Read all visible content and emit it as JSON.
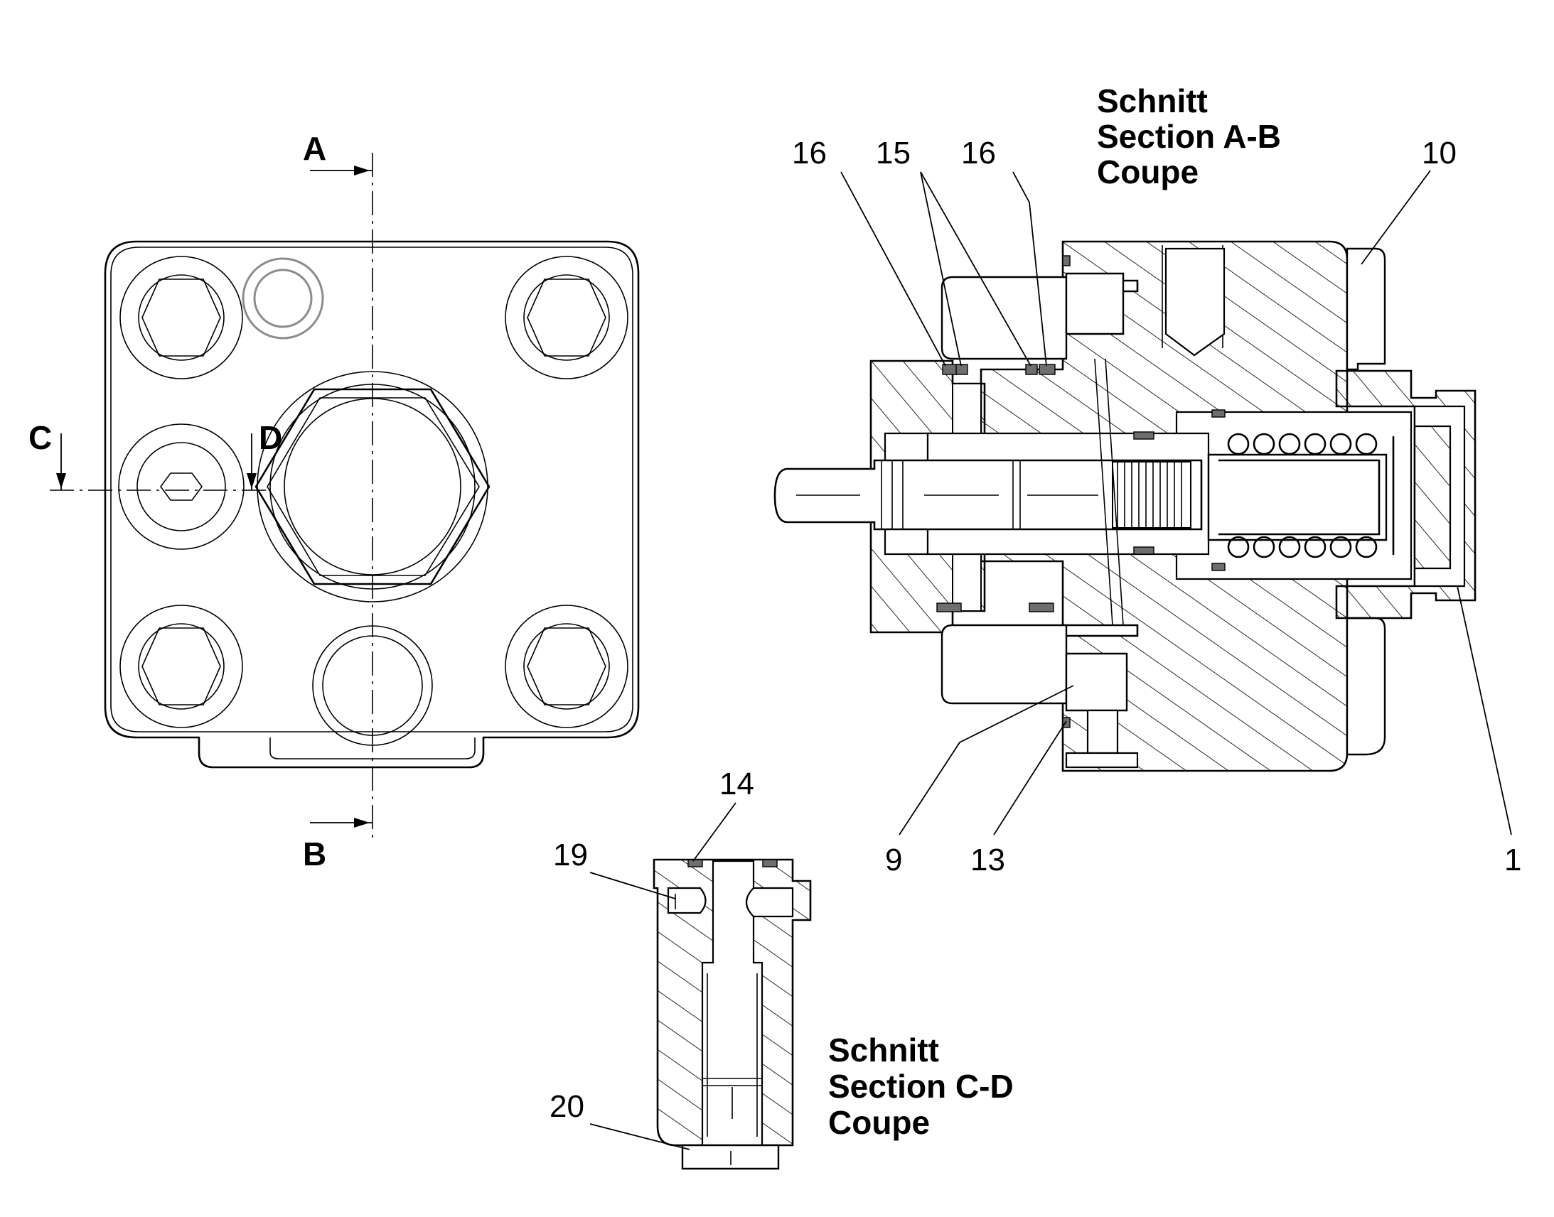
{
  "view_labels": {
    "a": "A",
    "b": "B",
    "c": "C",
    "d": "D"
  },
  "section_ab": {
    "line1": "Schnitt",
    "line2": "Section  A-B",
    "line3": "Coupe"
  },
  "section_cd": {
    "line1": "Schnitt",
    "line2": "Section  C-D",
    "line3": "Coupe"
  },
  "callouts": {
    "c16_left": "16",
    "c15": "15",
    "c16_right": "16",
    "c10": "10",
    "c9": "9",
    "c13": "13",
    "c1": "1",
    "c14": "14",
    "c19": "19",
    "c20": "20"
  },
  "colors": {
    "line": "#000000",
    "hidden_bore": "#8c8c8c",
    "seal": "#6e6e6e",
    "background": "#ffffff"
  }
}
